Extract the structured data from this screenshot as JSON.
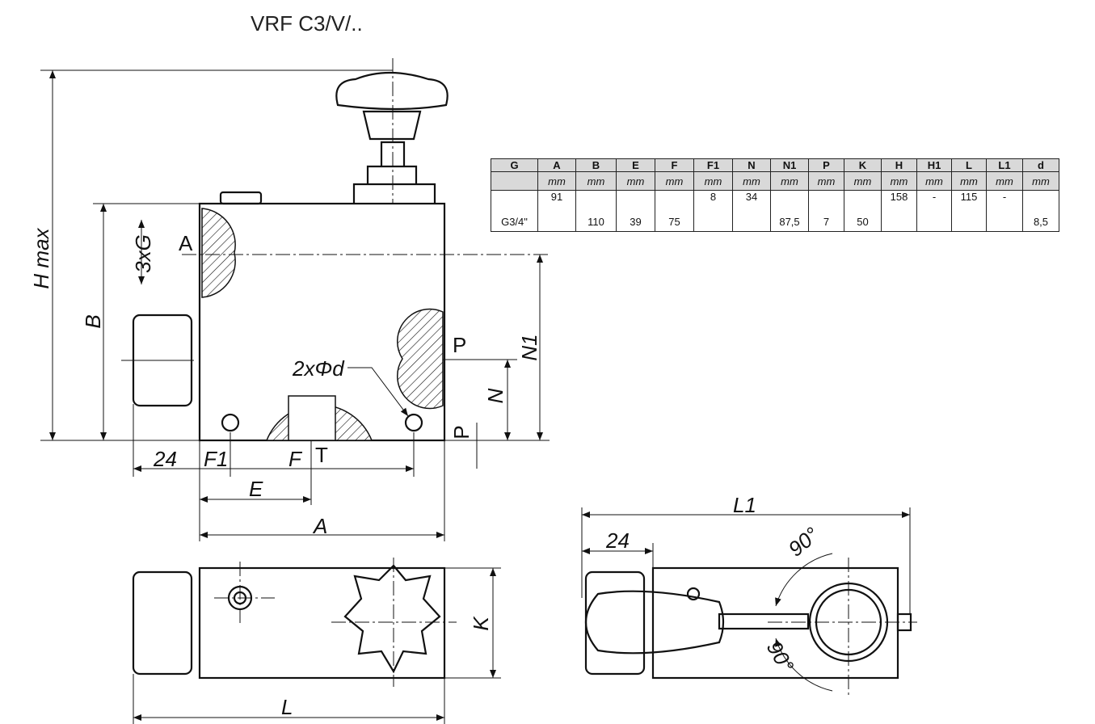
{
  "title": "VRF C3/V/..",
  "labels": {
    "h_max": "H max",
    "b": "B",
    "three_x_g": "3xG",
    "port_a": "A",
    "port_p": "P",
    "port_t": "T",
    "n1": "N1",
    "n": "N",
    "p_dim": "P",
    "two_x_phi_d": "2xΦd",
    "dim_24_front": "24",
    "f1": "F1",
    "f": "F",
    "e": "E",
    "a": "A",
    "k": "K",
    "l": "L",
    "l1": "L1",
    "dim_24_side": "24",
    "angle_top": "90°",
    "angle_bottom": "90°"
  },
  "table": {
    "headers": [
      "G",
      "A",
      "B",
      "E",
      "F",
      "F1",
      "N",
      "N1",
      "P",
      "K",
      "H",
      "H1",
      "L",
      "L1",
      "d"
    ],
    "unit": "mm",
    "row": [
      "G3/4\"",
      "91",
      "110",
      "39",
      "75",
      "8",
      "34",
      "87,5",
      "7",
      "50",
      "158",
      "-",
      "115",
      "-",
      "8,5"
    ]
  }
}
